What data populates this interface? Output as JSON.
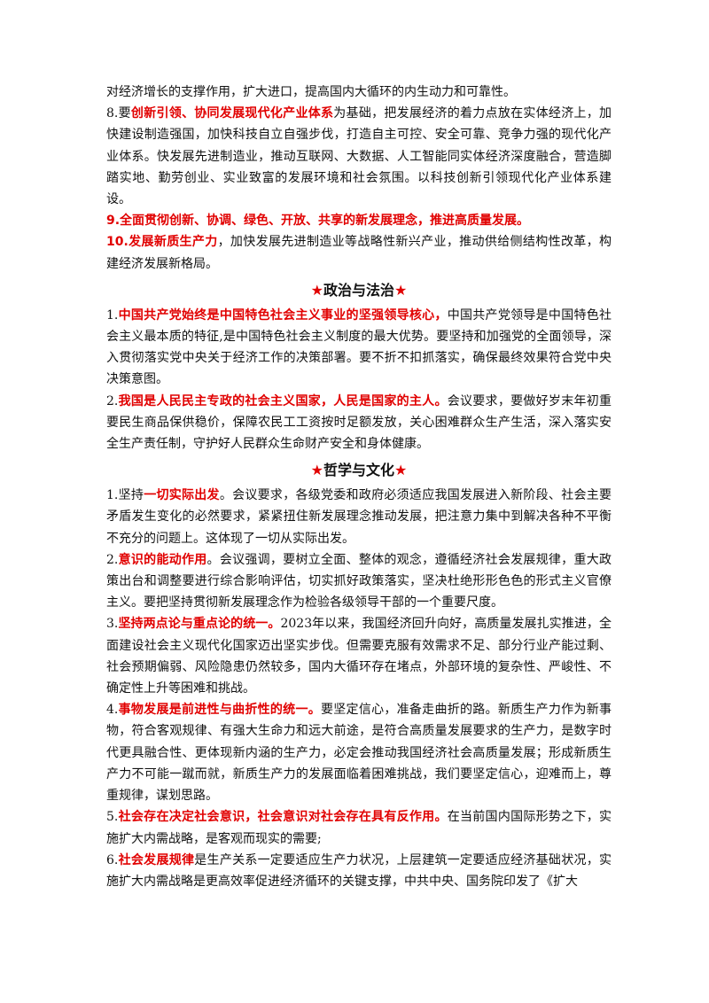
{
  "top": {
    "p0": "对经济增长的支撑作用，扩大进口，提高国内大循环的内生动力和可靠性。",
    "p8_pre": "8.要",
    "p8_red": "创新引领、协同发展现代化产业体系",
    "p8_post": "为基础，把发展经济的着力点放在实体经济上，加快建设制造强国，加快科技自立自强步伐，打造自主可控、安全可靠、竞争力强的现代化产业体系。快发展先进制造业，推动互联网、大数据、人工智能同实体经济深度融合，营造脚踏实地、勤劳创业、实业致富的发展环境和社会氛围。以科技创新引领现代化产业体系建设。",
    "p9": "9.全面贯彻创新、协调、绿色、开放、共享的新发展理念，推进高质量发展。",
    "p10_red": "10.发展新质生产力",
    "p10_post": "，加快发展先进制造业等战略性新兴产业，推动供给侧结构性改革，构建经济发展新格局。"
  },
  "section_politics": {
    "star": "★",
    "title": "政治与法治",
    "p1_num": "1.",
    "p1_red": "中国共产党始终是中国特色社会主义事业的坚强领导核心，",
    "p1_post": "中国共产党领导是中国特色社会主义最本质的特征,是中国特色社会主义制度的最大优势。要坚持和加强党的全面领导，深入贯彻落实党中央关于经济工作的决策部署。要不折不扣抓落实，确保最终效果符合党中央决策意图。",
    "p2_num": "2.",
    "p2_red": "我国是人民民主专政的社会主义国家，人民是国家的主人。",
    "p2_post": "会议要求，要做好岁末年初重要民生商品保供稳价，保障农民工工资按时足额发放，关心困难群众生产生活，深入落实安全生产责任制，守护好人民群众生命财产安全和身体健康。"
  },
  "section_philosophy": {
    "star": "★",
    "title": "哲学与文化",
    "p1_pre": "1.坚持",
    "p1_red": "一切实际出发",
    "p1_post": "。会议要求，各级党委和政府必须适应我国发展进入新阶段、社会主要矛盾发生变化的必然要求，紧紧扭住新发展理念推动发展，把注意力集中到解决各种不平衡不充分的问题上。这体现了一切从实际出发。",
    "p2_num": "2.",
    "p2_red": "意识的能动作用",
    "p2_post": "。会议强调，要树立全面、整体的观念，遵循经济社会发展规律，重大政策出台和调整要进行综合影响评估，切实抓好政策落实，坚决杜绝形形色色的形式主义官僚主义。要把坚持贯彻新发展理念作为检验各级领导干部的一个重要尺度。",
    "p3_num": "3.",
    "p3_red": "坚持两点论与重点论的统一。",
    "p3_post": "2023年以来，我国经济回升向好，高质量发展扎实推进，全面建设社会主义现代化国家迈出坚实步伐。但需要克服有效需求不足、部分行业产能过剩、社会预期偏弱、风险隐患仍然较多，国内大循环存在堵点，外部环境的复杂性、严峻性、不确定性上升等困难和挑战。",
    "p4_num": "4.",
    "p4_red": "事物发展是前进性与曲折性的统一。",
    "p4_post": "要坚定信心，准备走曲折的路。新质生产力作为新事物，符合客观规律、有强大生命力和远大前途，是符合高质量发展要求的生产力，是数字时代更具融合性、更体现新内涵的生产力，必定会推动我国经济社会高质量发展；形成新质生产力不可能一蹴而就，新质生产力的发展面临着困难挑战，我们要坚定信心，迎难而上，尊重规律，谋划思路。",
    "p5_num": "5.",
    "p5_red": "社会存在决定社会意识，社会意识对社会存在具有反作用。",
    "p5_post": "在当前国内国际形势之下，实施扩大内需战略，是客观而现实的需要;",
    "p6_num": "6.",
    "p6_red": "社会发展规律",
    "p6_post": "是生产关系一定要适应生产力状况，上层建筑一定要适应经济基础状况，实施扩大内需战略是更高效率促进经济循环的关键支撑，中共中央、国务院印发了《扩大"
  }
}
